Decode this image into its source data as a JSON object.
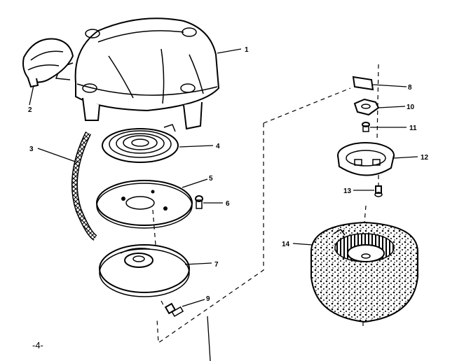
{
  "page_number": "-4-",
  "callouts": [
    {
      "id": "1",
      "text": "1"
    },
    {
      "id": "2",
      "text": "2"
    },
    {
      "id": "3",
      "text": "3"
    },
    {
      "id": "4",
      "text": "4"
    },
    {
      "id": "5",
      "text": "5"
    },
    {
      "id": "6",
      "text": "6"
    },
    {
      "id": "7",
      "text": "7"
    },
    {
      "id": "8",
      "text": "8"
    },
    {
      "id": "9",
      "text": "9"
    },
    {
      "id": "10",
      "text": "10"
    },
    {
      "id": "11",
      "text": "11"
    },
    {
      "id": "12",
      "text": "12"
    },
    {
      "id": "13",
      "text": "13"
    },
    {
      "id": "14",
      "text": "14"
    }
  ]
}
